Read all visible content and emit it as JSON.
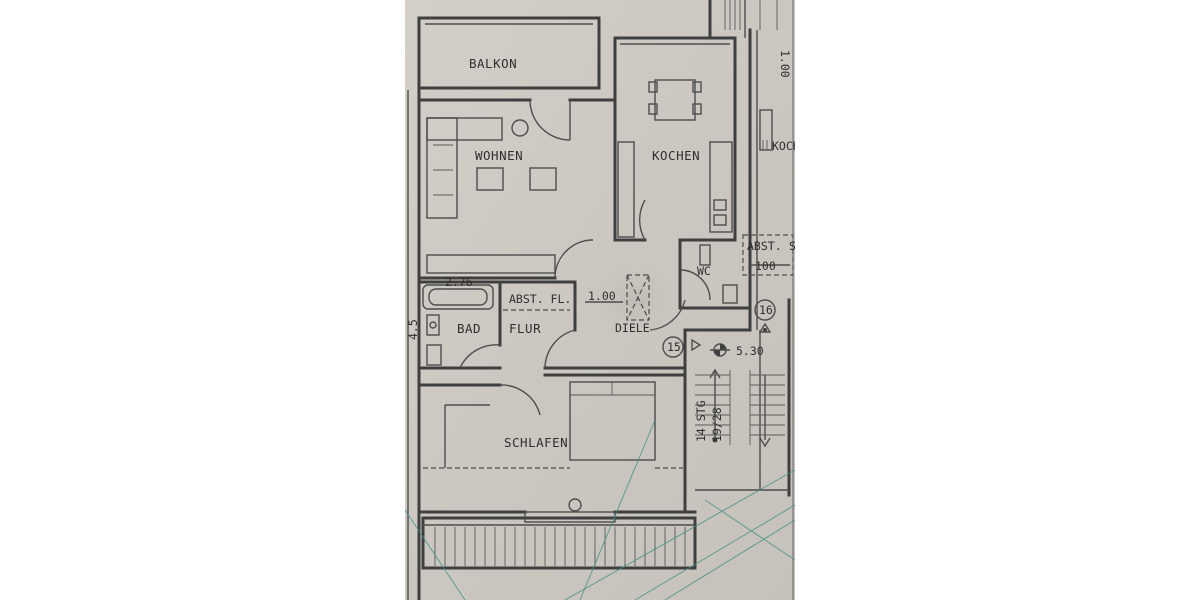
{
  "rooms": {
    "balkon": "BALKON",
    "wohnen": "WOHNEN",
    "kochen": "KOCHEN",
    "kochen_neighbor": "KOCH",
    "wc": "WC",
    "abst_fl": "ABST. FL.",
    "bad": "BAD",
    "flur": "FLUR",
    "diele": "DIELE",
    "schlafen": "SCHLAFEN",
    "abst_neighbor": "ABST.",
    "abst_neighbor_suffix": "S"
  },
  "dimensions": {
    "diele_width": "1.00",
    "abst_width": "100",
    "level": "5.30",
    "top_edge_fragment": "1.00",
    "left_edge_a": "2.76",
    "left_edge_b": "4.5"
  },
  "stairs": {
    "unit_a": "15",
    "unit_b": "16",
    "steps_label": "14 STG",
    "steps_ratio": "19/28"
  },
  "colors": {
    "paper": "#cfcbc4",
    "ink": "#3f3f3f",
    "green_lines": "#3e8f83"
  }
}
